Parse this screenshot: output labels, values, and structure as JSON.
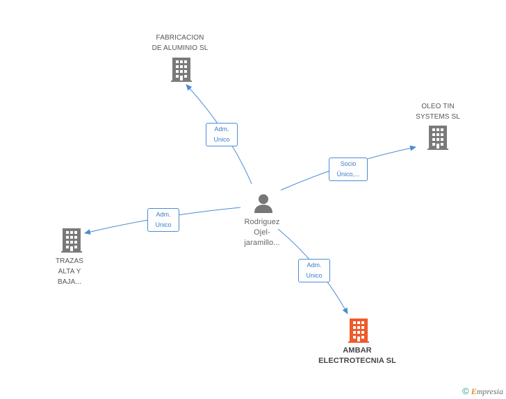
{
  "person": {
    "lines": [
      "Rodriguez",
      "Ojel-",
      "jaramillo..."
    ]
  },
  "companies": {
    "fabricacion": {
      "lines": [
        "FABRICACION",
        "DE ALUMINIO  SL"
      ]
    },
    "oleo": {
      "lines": [
        "OLEO TIN",
        "SYSTEMS SL"
      ]
    },
    "trazas": {
      "lines": [
        "TRAZAS",
        "ALTA Y",
        "BAJA..."
      ]
    },
    "ambar": {
      "lines": [
        "AMBAR",
        "ELECTROTECNIA SL"
      ]
    }
  },
  "edges": {
    "fabricacion": {
      "lines": [
        "Adm.",
        "Unico"
      ]
    },
    "oleo": {
      "lines": [
        "Socio",
        "Único,..."
      ]
    },
    "trazas": {
      "lines": [
        "Adm.",
        "Unico"
      ]
    },
    "ambar": {
      "lines": [
        "Adm.",
        "Unico"
      ]
    }
  },
  "colors": {
    "edge": "#4a8bd4",
    "building": "#7a7a7a",
    "highlight": "#f05a2a",
    "person": "#777777"
  },
  "icons": {
    "building": "building-icon",
    "person": "person-icon"
  },
  "brand": {
    "symbol": "©",
    "initial": "E",
    "rest": "mpresia"
  }
}
